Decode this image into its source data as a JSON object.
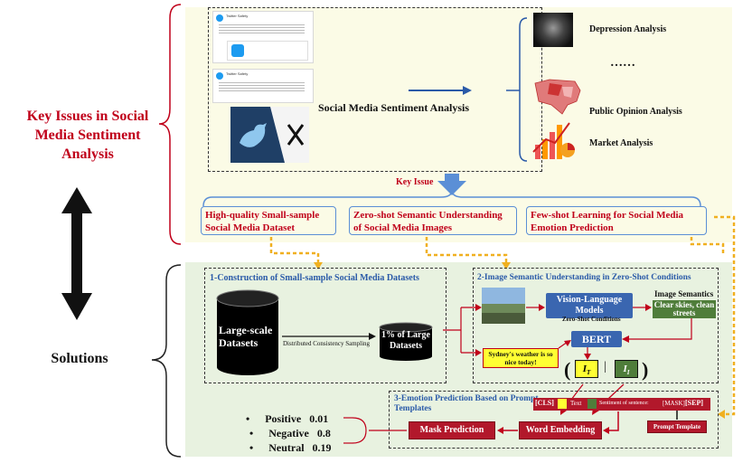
{
  "left": {
    "key_issues_title": "Key Issues in Social Media Sentiment Analysis",
    "solutions_title": "Solutions"
  },
  "top": {
    "center_label": "Social Media Sentiment Analysis",
    "apps": [
      "Depression Analysis",
      "……",
      "Public Opinion Analysis",
      "Market Analysis"
    ],
    "key_issue_label": "Key Issue",
    "issues": [
      "High-quality Small-sample Social Media Dataset",
      "Zero-shot Semantic Understanding of Social Media Images",
      "Few-shot Learning for Social Media Emotion Prediction"
    ],
    "tweet1_name": "Twitter Safety",
    "tweet2_name": "Twitter Safety"
  },
  "bottom": {
    "s1_title": "1-Construction of Small-sample Social Media Datasets",
    "large_scale": "Large-scale Datasets",
    "sampling": "Distributed Consistency Sampling",
    "one_percent": "1% of Large Datasets",
    "s2_title": "2-Image Semantic Understanding in Zero-Shot Conditions",
    "vlm": "Vision-Language Models",
    "zero_shot_cond": "Zero-Shot Conditions",
    "image_semantics": "Image Semantics",
    "clear_skies": "Clear skies, clean streets",
    "bert": "BERT",
    "sydney": "Sydney's weather is so nice today!",
    "s3_title": "3-Emotion Prediction Based on Prompt Templates",
    "cls": "[CLS]",
    "text": "Text",
    "sentiment_of_sentence": "Sentiment of sentence:",
    "mask": "[MASK]",
    "sep": "[SEP]",
    "prompt_template": "Prompt Template",
    "word_embedding": "Word Embedding",
    "mask_prediction": "Mask Prediction",
    "results": [
      {
        "label": "Positive",
        "value": "0.01"
      },
      {
        "label": "Negative",
        "value": "0.8"
      },
      {
        "label": "Neutral",
        "value": "0.19"
      }
    ]
  },
  "colors": {
    "red": "#c0001a",
    "blue": "#2a5aa8",
    "orange": "#f0b020",
    "green": "#4f7d3a"
  }
}
